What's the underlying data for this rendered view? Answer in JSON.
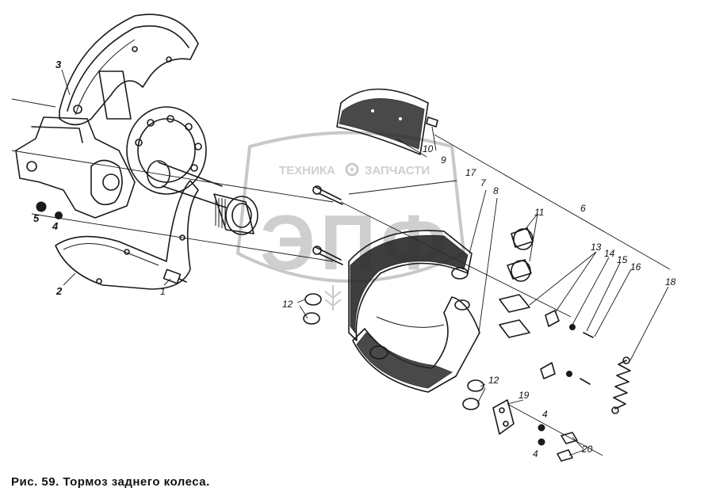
{
  "caption": "Рис. 59. Тормоз заднего колеса.",
  "watermark": {
    "top_text": "ТЕХНИКА",
    "top_text_right": "ЗАПЧАСТИ",
    "logo_text": "ЭПФ",
    "gear_icon": "gear-icon"
  },
  "callouts": {
    "c1": "1",
    "c2": "2",
    "c3": "3",
    "c4a": "4",
    "c4b": "4",
    "c4c": "4",
    "c5": "5",
    "c6": "6",
    "c7": "7",
    "c8": "8",
    "c9": "9",
    "c10": "10",
    "c11": "11",
    "c12a": "12",
    "c12b": "12",
    "c13": "13",
    "c14": "14",
    "c15": "15",
    "c16": "16",
    "c17": "17",
    "c18": "18",
    "c19": "19",
    "c20": "20"
  }
}
